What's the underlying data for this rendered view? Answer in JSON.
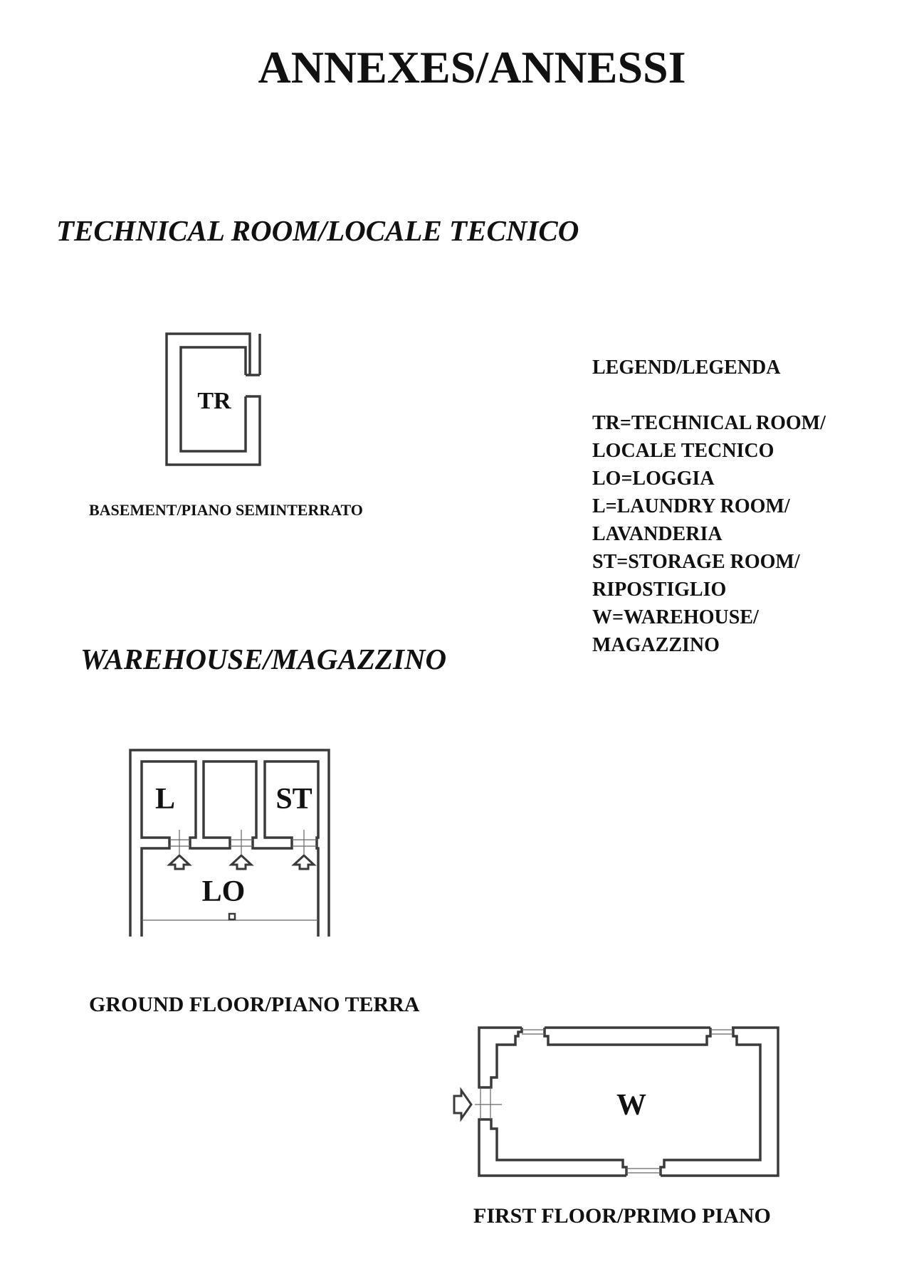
{
  "title": "ANNEXES/ANNESSI",
  "sections": {
    "technical_room": "TECHNICAL ROOM/LOCALE TECNICO",
    "warehouse": "WAREHOUSE/MAGAZZINO"
  },
  "plans": {
    "basement": {
      "caption": "BASEMENT/PIANO SEMINTERRATO",
      "rooms": [
        "TR"
      ]
    },
    "ground_floor": {
      "caption": "GROUND FLOOR/PIANO TERRA",
      "rooms": [
        "L",
        "ST",
        "LO"
      ]
    },
    "first_floor": {
      "caption": "FIRST FLOOR/PRIMO PIANO",
      "rooms": [
        "W"
      ]
    }
  },
  "legend": {
    "heading": "LEGEND/LEGENDA",
    "lines": [
      "TR=TECHNICAL ROOM/",
      "LOCALE TECNICO",
      "LO=LOGGIA",
      "L=LAUNDRY ROOM/",
      "LAVANDERIA",
      "ST=STORAGE ROOM/",
      "RIPOSTIGLIO",
      "W=WAREHOUSE/",
      "MAGAZZINO"
    ]
  }
}
